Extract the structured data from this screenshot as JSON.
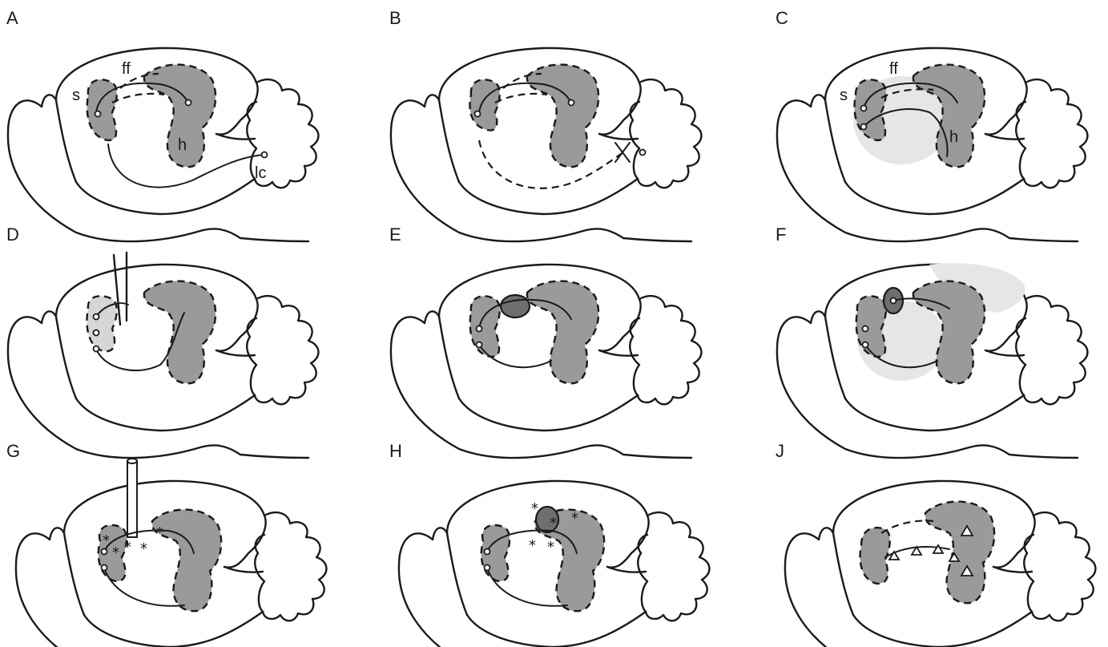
{
  "figure": {
    "panels": [
      {
        "letter": "A",
        "labels": {
          "s": "s",
          "ff": "ff",
          "h": "h",
          "lc": "lc"
        }
      },
      {
        "letter": "B"
      },
      {
        "letter": "C",
        "labels": {
          "s": "s",
          "ff": "ff",
          "h": "h"
        }
      },
      {
        "letter": "D"
      },
      {
        "letter": "E"
      },
      {
        "letter": "F"
      },
      {
        "letter": "G"
      },
      {
        "letter": "H"
      },
      {
        "letter": "J"
      }
    ]
  }
}
